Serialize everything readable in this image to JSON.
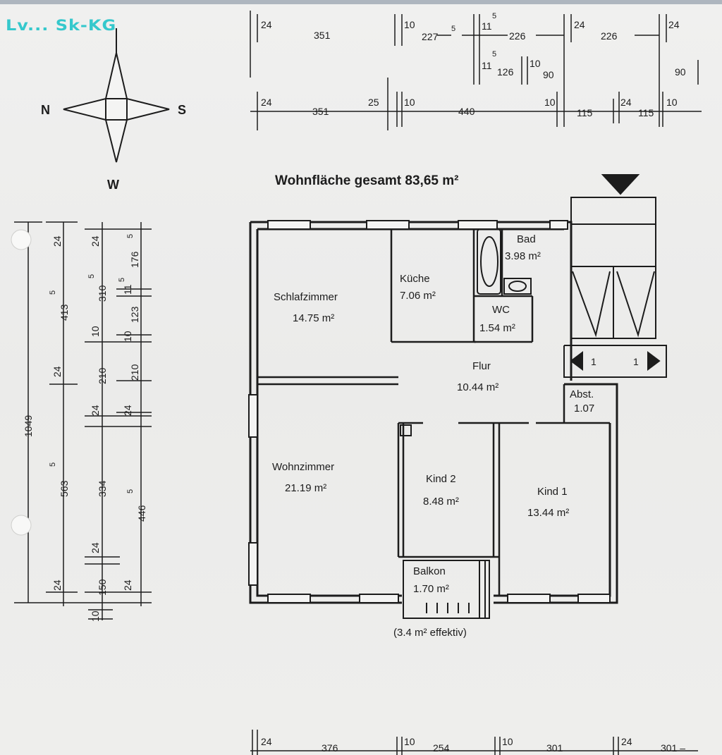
{
  "stamp": "Lv... Sk-KG",
  "title": "Wohnfläche gesamt 83,65 m²",
  "compass": {
    "north": "N",
    "south": "S",
    "west": "W"
  },
  "rooms": {
    "schlafzimmer": {
      "name": "Schlafzimmer",
      "area": "14.75 m²"
    },
    "kueche": {
      "name": "Küche",
      "area": "7.06 m²"
    },
    "bad": {
      "name": "Bad",
      "area": "3.98 m²"
    },
    "wc": {
      "name": "WC",
      "area": "1.54 m²"
    },
    "flur": {
      "name": "Flur",
      "area": "10.44 m²"
    },
    "abst": {
      "name": "Abst.",
      "area": "1.07"
    },
    "wohnzimmer": {
      "name": "Wohnzimmer",
      "area": "21.19 m²"
    },
    "kind2": {
      "name": "Kind 2",
      "area": "8.48 m²"
    },
    "kind1": {
      "name": "Kind 1",
      "area": "13.44 m²"
    },
    "balkon": {
      "name": "Balkon",
      "area": "1.70 m²",
      "note": "(3.4 m² effektiv)"
    }
  },
  "stairs": {
    "left": "1",
    "right": "1"
  },
  "dims_top1": [
    "24",
    "351",
    "10",
    "227",
    "5",
    "11",
    "5",
    "226",
    "24",
    "226",
    "24"
  ],
  "dims_top1b": [
    "11",
    "5",
    "126",
    "10",
    "90",
    "90"
  ],
  "dims_top2": [
    "24",
    "351",
    "25",
    "10",
    "440",
    "10",
    "115",
    "24",
    "115",
    "10"
  ],
  "dims_bottom": [
    "24",
    "376",
    "10",
    "254",
    "10",
    "301",
    "24",
    "301 –"
  ],
  "dims_left1": [
    "1049"
  ],
  "dims_left2": [
    "24",
    "5",
    "413",
    "24",
    "5",
    "563",
    "24",
    "10"
  ],
  "dims_left3": [
    "24",
    "5",
    "310",
    "10",
    "210",
    "24",
    "334",
    "24",
    "150"
  ],
  "dims_left4": [
    "5",
    "176",
    "11",
    "5",
    "123",
    "10",
    "210",
    "24",
    "5",
    "446",
    "24"
  ]
}
